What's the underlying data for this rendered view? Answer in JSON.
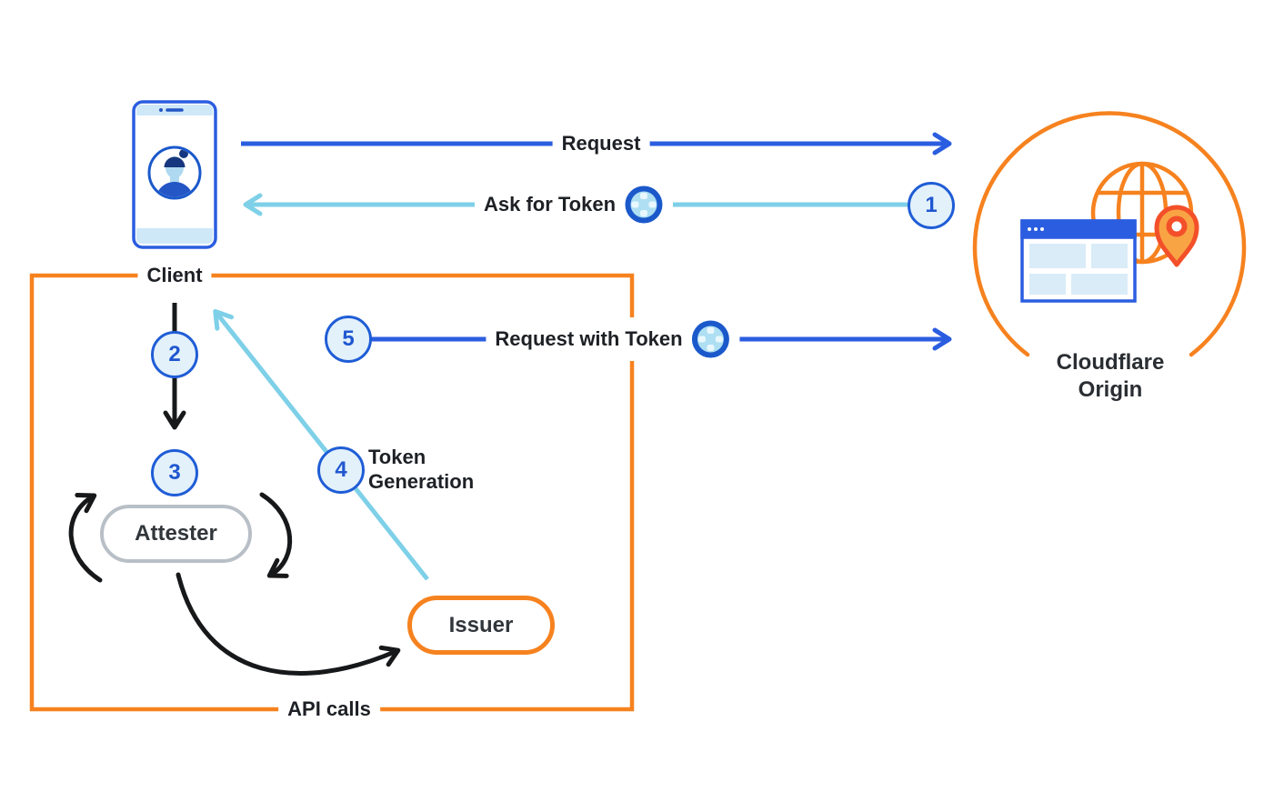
{
  "nodes": {
    "client": {
      "label": "Client"
    },
    "attester": {
      "label": "Attester"
    },
    "issuer": {
      "label": "Issuer"
    },
    "cloudflare_origin": {
      "line1": "Cloudflare",
      "line2": "Origin"
    }
  },
  "arrows": {
    "request": {
      "label": "Request"
    },
    "ask_for_token": {
      "label": "Ask for Token"
    },
    "request_with_token": {
      "label": "Request with Token"
    },
    "token_generation": {
      "line1": "Token",
      "line2": "Generation"
    }
  },
  "boundary": {
    "api_calls_label": "API calls"
  },
  "steps": [
    {
      "number": "1"
    },
    {
      "number": "2"
    },
    {
      "number": "3"
    },
    {
      "number": "4"
    },
    {
      "number": "5"
    }
  ],
  "icons": [
    "phone-client-icon",
    "user-avatar-icon",
    "token-icon",
    "globe-icon",
    "browser-window-icon",
    "location-pin-icon"
  ],
  "colors": {
    "blue": "#2b5de0",
    "cyan": "#7ed0e8",
    "orange": "#f6821f",
    "pin_red": "#f3502a",
    "pin_fill": "#f9a444",
    "gray_border": "#b8bfc6",
    "text": "#1d2025",
    "step_circle_fill": "#e3f1fb",
    "step_circle_border": "#1f5dd6",
    "light_blue": "#cfe8f8",
    "browser_block": "#d9ecf8"
  }
}
